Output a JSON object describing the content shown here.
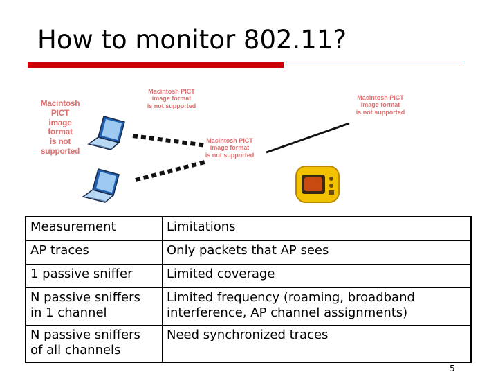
{
  "slide": {
    "title": "How to monitor 802.11?",
    "page_number": "5"
  },
  "placeholders": {
    "pict_lines": [
      "Macintosh PICT",
      "image format",
      "is not supported"
    ]
  },
  "table": {
    "header": [
      "Measurement",
      "Limitations"
    ],
    "rows": [
      [
        "AP traces",
        "Only packets that AP sees"
      ],
      [
        "1 passive sniffer",
        "Limited coverage"
      ],
      [
        "N passive sniffers\nin 1 channel",
        "Limited frequency (roaming, broadband\ninterference, AP channel assignments)"
      ],
      [
        "N passive sniffers\nof all channels",
        "Need synchronized traces"
      ]
    ]
  },
  "icons": [
    "laptop-icon",
    "laptop-icon",
    "access-point-icon"
  ],
  "colors": {
    "accent": "#cc0000",
    "placeholder_text": "#e07070"
  }
}
